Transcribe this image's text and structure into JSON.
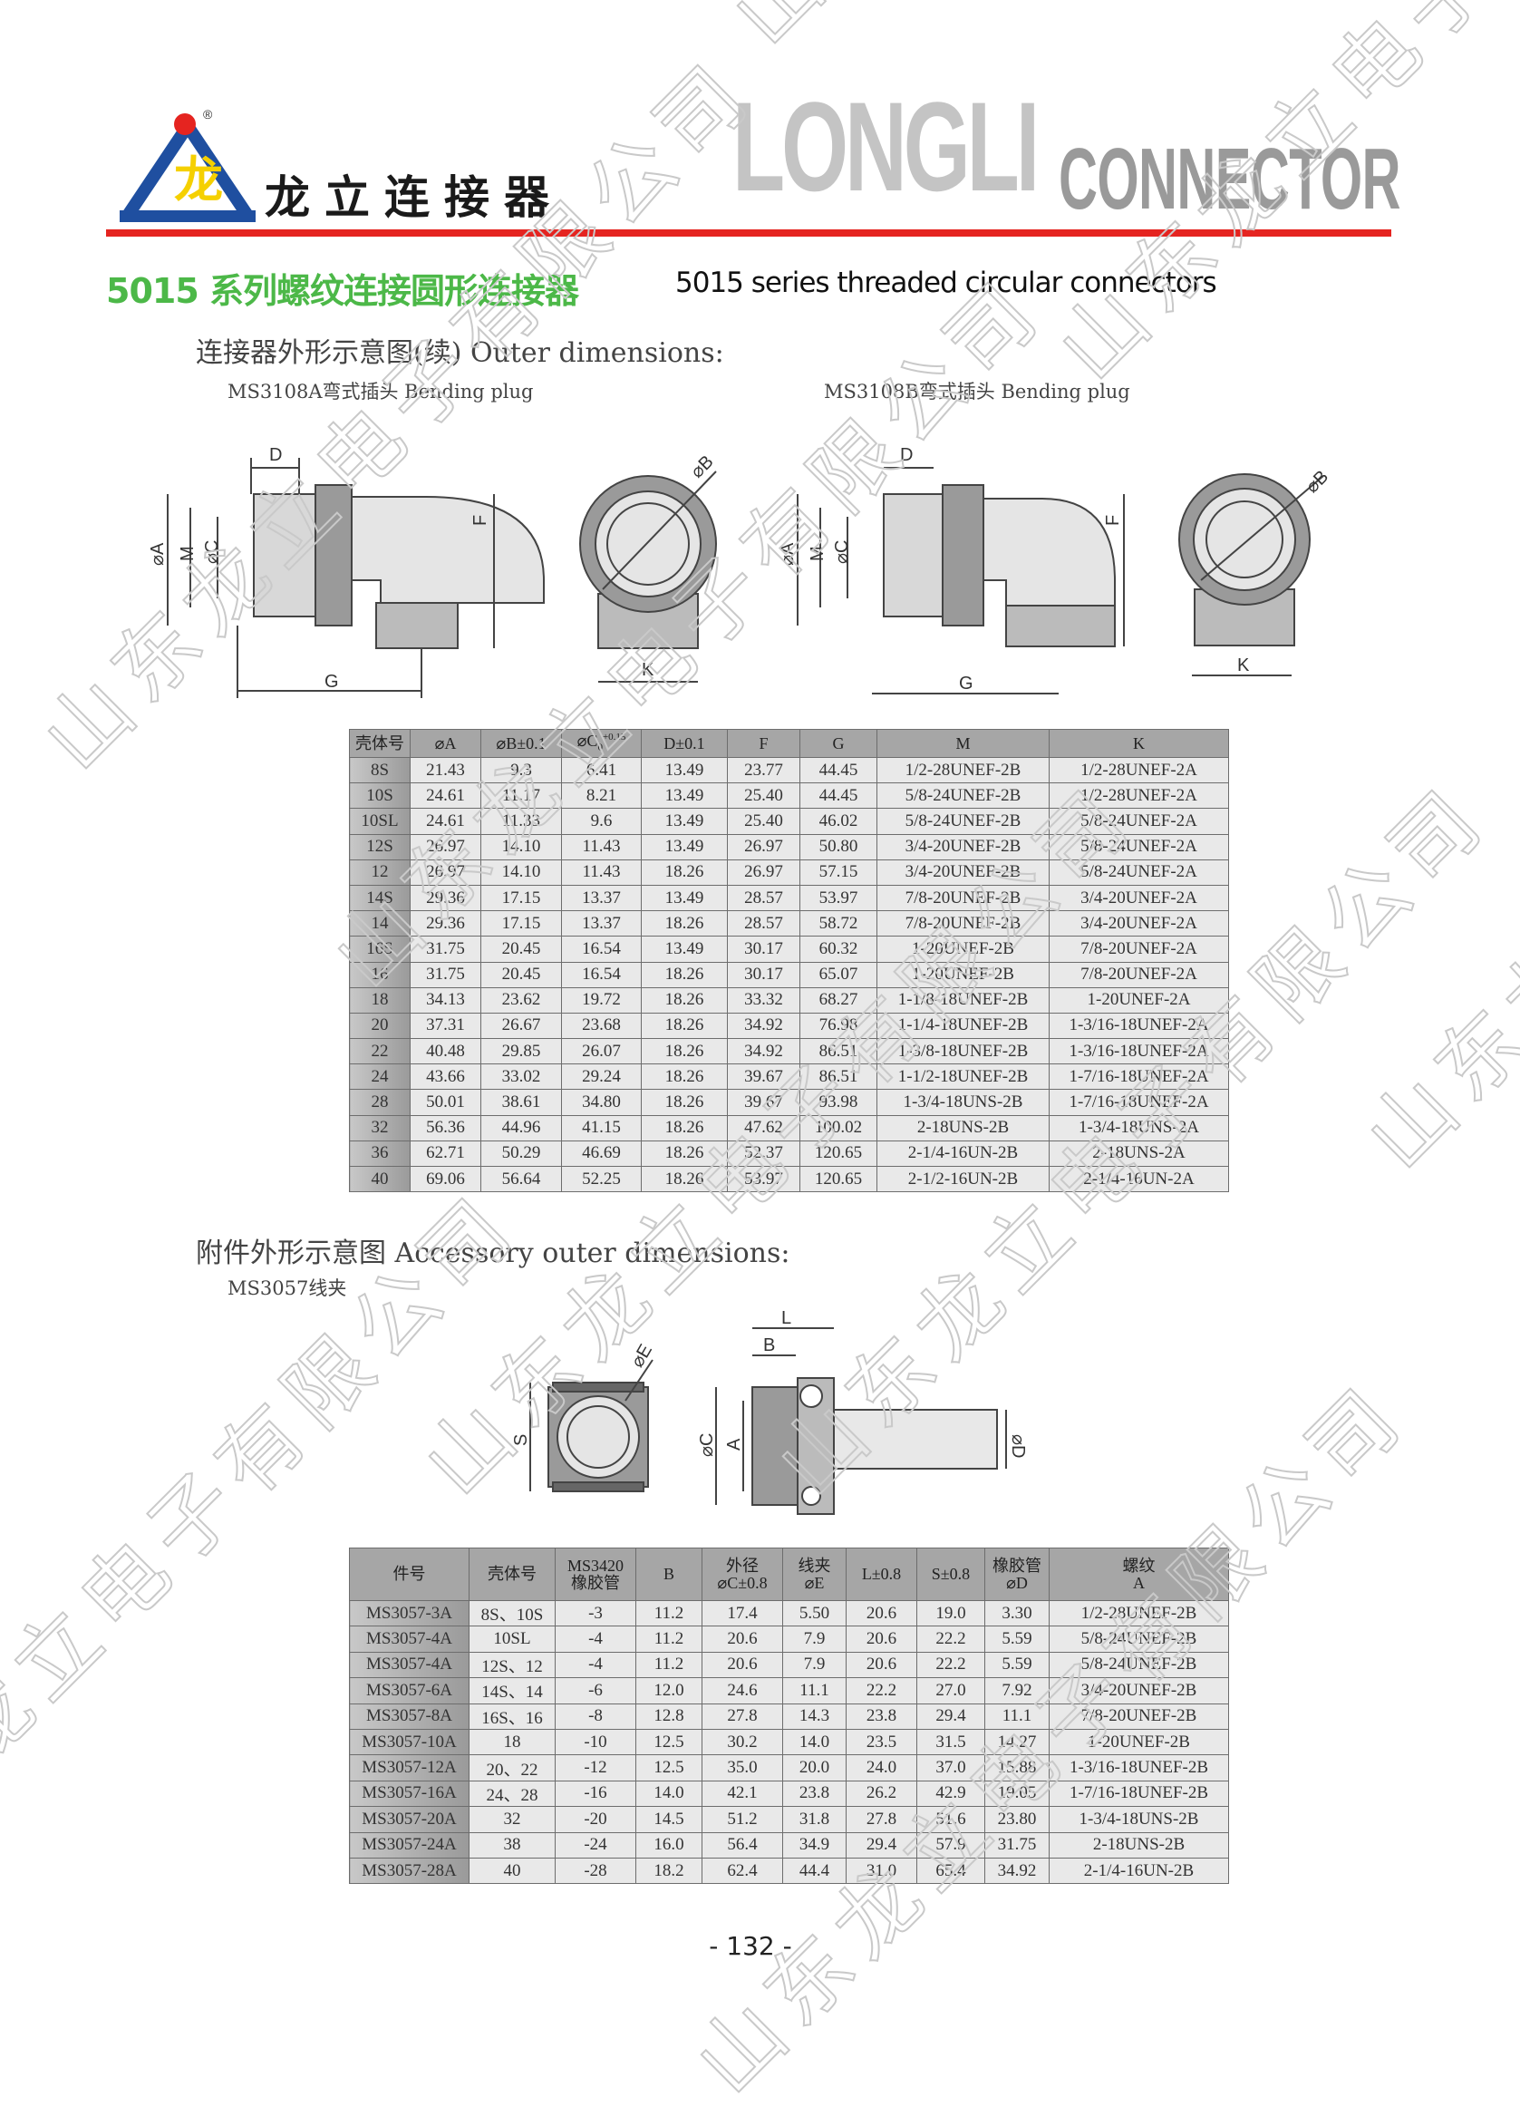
{
  "header": {
    "brand_cn": "龙立连接器",
    "brand_en": "LONGLI",
    "brand_connector": "CONNECTOR",
    "registered_mark": "®",
    "logo_glyph": "龙",
    "colors": {
      "rule": "#e52420",
      "title_green": "#4cb848",
      "logo_blue": "#1f4fa0",
      "logo_red": "#e52420",
      "logo_yellow": "#f5d000"
    }
  },
  "title": {
    "cn": "5015 系列螺纹连接圆形连接器",
    "en": "5015 series threaded circular connectors"
  },
  "section1": {
    "heading": "连接器外形示意图(续) Outer dimensions:",
    "caption_a": "MS3108A弯式插头 Bending plug",
    "caption_b": "MS3108B弯式插头 Bending plug",
    "dims": {
      "D": "D",
      "A": "⌀A",
      "M": "M",
      "C": "⌀C",
      "F": "F",
      "G": "G",
      "B": "⌀B",
      "K": "K"
    }
  },
  "table1": {
    "headers": [
      {
        "label": "壳体号"
      },
      {
        "label": "⌀A"
      },
      {
        "label": "⌀B±0.1"
      },
      {
        "label": "⌀C",
        "sub": "0",
        "sup": "+0.15"
      },
      {
        "label": "D±0.1"
      },
      {
        "label": "F"
      },
      {
        "label": "G"
      },
      {
        "label": "M"
      },
      {
        "label": "K"
      }
    ],
    "rows": [
      [
        "8S",
        "21.43",
        "9.3",
        "6.41",
        "13.49",
        "23.77",
        "44.45",
        "1/2-28UNEF-2B",
        "1/2-28UNEF-2A"
      ],
      [
        "10S",
        "24.61",
        "11.17",
        "8.21",
        "13.49",
        "25.40",
        "44.45",
        "5/8-24UNEF-2B",
        "1/2-28UNEF-2A"
      ],
      [
        "10SL",
        "24.61",
        "11.33",
        "9.6",
        "13.49",
        "25.40",
        "46.02",
        "5/8-24UNEF-2B",
        "5/8-24UNEF-2A"
      ],
      [
        "12S",
        "26.97",
        "14.10",
        "11.43",
        "13.49",
        "26.97",
        "50.80",
        "3/4-20UNEF-2B",
        "5/8-24UNEF-2A"
      ],
      [
        "12",
        "26.97",
        "14.10",
        "11.43",
        "18.26",
        "26.97",
        "57.15",
        "3/4-20UNEF-2B",
        "5/8-24UNEF-2A"
      ],
      [
        "14S",
        "29.36",
        "17.15",
        "13.37",
        "13.49",
        "28.57",
        "53.97",
        "7/8-20UNEF-2B",
        "3/4-20UNEF-2A"
      ],
      [
        "14",
        "29.36",
        "17.15",
        "13.37",
        "18.26",
        "28.57",
        "58.72",
        "7/8-20UNEF-2B",
        "3/4-20UNEF-2A"
      ],
      [
        "16S",
        "31.75",
        "20.45",
        "16.54",
        "13.49",
        "30.17",
        "60.32",
        "1-20UNEF-2B",
        "7/8-20UNEF-2A"
      ],
      [
        "16",
        "31.75",
        "20.45",
        "16.54",
        "18.26",
        "30.17",
        "65.07",
        "1-20UNEF-2B",
        "7/8-20UNEF-2A"
      ],
      [
        "18",
        "34.13",
        "23.62",
        "19.72",
        "18.26",
        "33.32",
        "68.27",
        "1-1/8-18UNEF-2B",
        "1-20UNEF-2A"
      ],
      [
        "20",
        "37.31",
        "26.67",
        "23.68",
        "18.26",
        "34.92",
        "76.98",
        "1-1/4-18UNEF-2B",
        "1-3/16-18UNEF-2A"
      ],
      [
        "22",
        "40.48",
        "29.85",
        "26.07",
        "18.26",
        "34.92",
        "86.51",
        "1-3/8-18UNEF-2B",
        "1-3/16-18UNEF-2A"
      ],
      [
        "24",
        "43.66",
        "33.02",
        "29.24",
        "18.26",
        "39.67",
        "86.51",
        "1-1/2-18UNEF-2B",
        "1-7/16-18UNEF-2A"
      ],
      [
        "28",
        "50.01",
        "38.61",
        "34.80",
        "18.26",
        "39.67",
        "93.98",
        "1-3/4-18UNS-2B",
        "1-7/16-18UNEF-2A"
      ],
      [
        "32",
        "56.36",
        "44.96",
        "41.15",
        "18.26",
        "47.62",
        "100.02",
        "2-18UNS-2B",
        "1-3/4-18UNS-2A"
      ],
      [
        "36",
        "62.71",
        "50.29",
        "46.69",
        "18.26",
        "52.37",
        "120.65",
        "2-1/4-16UN-2B",
        "2-18UNS-2A"
      ],
      [
        "40",
        "69.06",
        "56.64",
        "52.25",
        "18.26",
        "53.97",
        "120.65",
        "2-1/2-16UN-2B",
        "2-1/4-16UN-2A"
      ]
    ]
  },
  "section2": {
    "heading": "附件外形示意图 Accessory outer dimensions:",
    "caption": "MS3057线夹",
    "dims": {
      "S": "S",
      "E": "⌀E",
      "L": "L",
      "B": "B",
      "C": "⌀C",
      "A": "A",
      "D": "⌀D"
    }
  },
  "table2": {
    "headers": [
      {
        "line1": "件号",
        "line2": ""
      },
      {
        "line1": "壳体号",
        "line2": ""
      },
      {
        "line1": "MS3420",
        "line2": "橡胶管"
      },
      {
        "line1": "B",
        "line2": ""
      },
      {
        "line1": "外径",
        "line2": "⌀C±0.8"
      },
      {
        "line1": "线夹",
        "line2": "⌀E"
      },
      {
        "line1": "L±0.8",
        "line2": ""
      },
      {
        "line1": "S±0.8",
        "line2": ""
      },
      {
        "line1": "橡胶管",
        "line2": "⌀D"
      },
      {
        "line1": "螺纹",
        "line2": "A"
      }
    ],
    "rows": [
      [
        "MS3057-3A",
        "8S、10S",
        "-3",
        "11.2",
        "17.4",
        "5.50",
        "20.6",
        "19.0",
        "3.30",
        "1/2-28UNEF-2B"
      ],
      [
        "MS3057-4A",
        "10SL",
        "-4",
        "11.2",
        "20.6",
        "7.9",
        "20.6",
        "22.2",
        "5.59",
        "5/8-24UNEF-2B"
      ],
      [
        "MS3057-4A",
        "12S、12",
        "-4",
        "11.2",
        "20.6",
        "7.9",
        "20.6",
        "22.2",
        "5.59",
        "5/8-24UNEF-2B"
      ],
      [
        "MS3057-6A",
        "14S、14",
        "-6",
        "12.0",
        "24.6",
        "11.1",
        "22.2",
        "27.0",
        "7.92",
        "3/4-20UNEF-2B"
      ],
      [
        "MS3057-8A",
        "16S、16",
        "-8",
        "12.8",
        "27.8",
        "14.3",
        "23.8",
        "29.4",
        "11.1",
        "7/8-20UNEF-2B"
      ],
      [
        "MS3057-10A",
        "18",
        "-10",
        "12.5",
        "30.2",
        "14.0",
        "23.5",
        "31.5",
        "14.27",
        "1-20UNEF-2B"
      ],
      [
        "MS3057-12A",
        "20、22",
        "-12",
        "12.5",
        "35.0",
        "20.0",
        "24.0",
        "37.0",
        "15.88",
        "1-3/16-18UNEF-2B"
      ],
      [
        "MS3057-16A",
        "24、28",
        "-16",
        "14.0",
        "42.1",
        "23.8",
        "26.2",
        "42.9",
        "19.05",
        "1-7/16-18UNEF-2B"
      ],
      [
        "MS3057-20A",
        "32",
        "-20",
        "14.5",
        "51.2",
        "31.8",
        "27.8",
        "51.6",
        "23.80",
        "1-3/4-18UNS-2B"
      ],
      [
        "MS3057-24A",
        "38",
        "-24",
        "16.0",
        "56.4",
        "34.9",
        "29.4",
        "57.9",
        "31.75",
        "2-18UNS-2B"
      ],
      [
        "MS3057-28A",
        "40",
        "-28",
        "18.2",
        "62.4",
        "44.4",
        "31.0",
        "65.4",
        "34.92",
        "2-1/4-16UN-2B"
      ]
    ]
  },
  "page_number": "- 132 -",
  "watermark": "山东龙立电子有限公司"
}
